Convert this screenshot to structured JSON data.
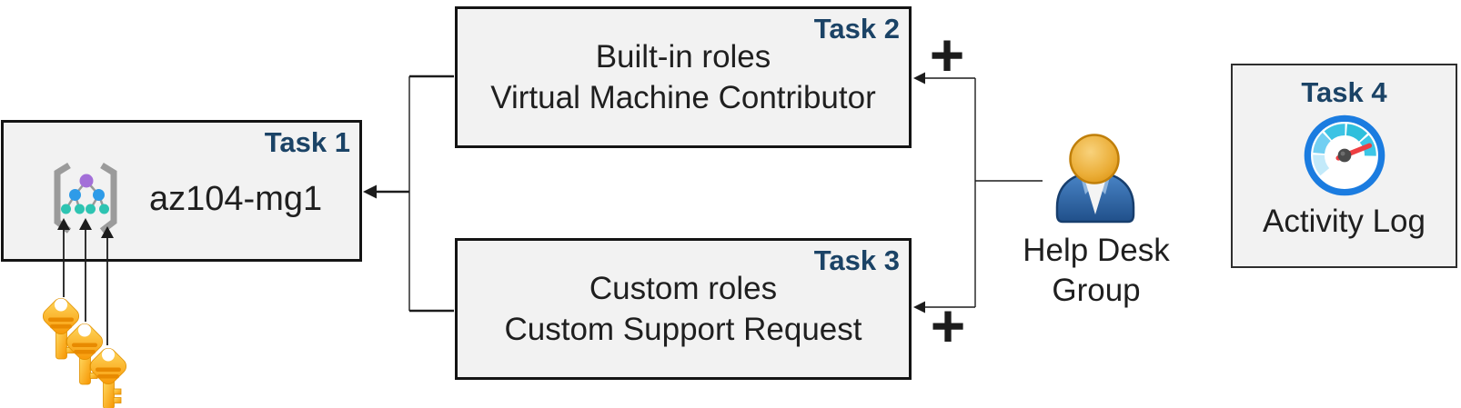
{
  "diagram": {
    "task1": {
      "badge": "Task 1",
      "label": "az104-mg1"
    },
    "task2": {
      "badge": "Task 2",
      "line1": "Built-in roles",
      "line2": "Virtual Machine Contributor"
    },
    "task3": {
      "badge": "Task 3",
      "line1": "Custom roles",
      "line2": "Custom Support Request"
    },
    "task4": {
      "badge": "Task 4",
      "label": "Activity Log"
    },
    "group": {
      "line1": "Help Desk",
      "line2": "Group"
    },
    "plus_top": "+",
    "plus_bottom": "+"
  },
  "icons": {
    "management_group": "management-group-icon",
    "keys": "keys-icon",
    "user_group": "user-group-icon",
    "activity_log": "activity-log-gauge-icon"
  },
  "colors": {
    "background": "#FFFFFF",
    "box_fill": "#F2F2F2",
    "box_border": "#141414",
    "task_badge_blue": "#1B4366",
    "body_text": "#1F1F1F",
    "connector_black": "#1C1C1C",
    "key_gold": "#FFB900",
    "key_stripe_orange": "#E88A00",
    "gauge_ring_blue": "#1B7CE0",
    "gauge_needle_red": "#EE3E42",
    "person_body_blue": "#2F6DB2",
    "person_head_orange": "#E9A23B",
    "mg_purple": "#A36FD8",
    "mg_blue": "#2E9BE8",
    "mg_teal": "#2EC4B2",
    "brace_gray": "#9B9B9B"
  }
}
